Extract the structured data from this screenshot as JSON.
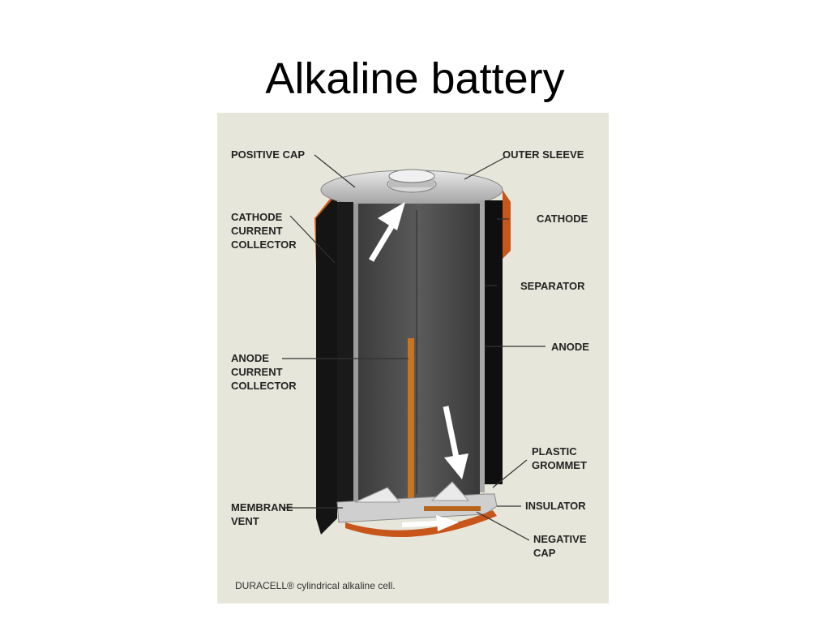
{
  "slide": {
    "title": "Alkaline battery"
  },
  "diagram": {
    "labels": {
      "positive_cap": "POSITIVE CAP",
      "outer_sleeve": "OUTER SLEEVE",
      "cathode_current_collector": "CATHODE\nCURRENT\nCOLLECTOR",
      "cathode": "CATHODE",
      "separator": "SEPARATOR",
      "anode": "ANODE",
      "anode_current_collector": "ANODE\nCURRENT\nCOLLECTOR",
      "plastic_grommet": "PLASTIC\nGROMMET",
      "insulator": "INSULATOR",
      "membrane_vent": "MEMBRANE\nVENT",
      "negative_cap": "NEGATIVE\nCAP"
    },
    "caption": "DURACELL® cylindrical alkaline cell.",
    "colors": {
      "background": "#e7e6da",
      "sleeve_orange": "#c8551a",
      "collector_copper": "#c9741f",
      "anode_gray": "#4a4a4a",
      "cathode_black": "#111111",
      "metal_silver": "#c9c9c9"
    }
  }
}
